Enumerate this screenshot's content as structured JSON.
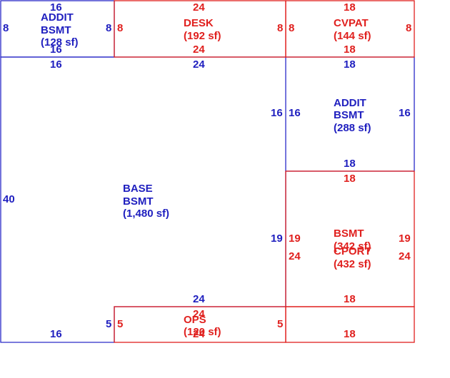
{
  "colors": {
    "blue": "#1f1fbf",
    "red": "#e0201e"
  },
  "rooms": {
    "addit_top": {
      "name1": "ADDIT",
      "name2": "BSMT",
      "area": "(128 sf)",
      "dim_top": "16",
      "dim_bottom": "16",
      "dim_left": "8",
      "dim_right": "8"
    },
    "desk": {
      "name1": "DESK",
      "area": "(192 sf)",
      "dim_top": "24",
      "dim_bottom": "24",
      "dim_left": "8",
      "dim_right": "8"
    },
    "cvpat": {
      "name1": "CVPAT",
      "area": "(144 sf)",
      "dim_top": "18",
      "dim_bottom": "18",
      "dim_left": "8",
      "dim_right": "8"
    },
    "base": {
      "name1": "BASE",
      "name2": "BSMT",
      "area": "(1,480 sf)",
      "dim_top_left": "16",
      "dim_top_mid": "24",
      "dim_left": "40",
      "dim_right_upper": "16",
      "dim_right_lower": "19",
      "dim_inner_bottom": "24",
      "dim_bottom_left": "16",
      "dim_inner_vertical": "5"
    },
    "addit_right": {
      "name1": "ADDIT",
      "name2": "BSMT",
      "area": "(288 sf)",
      "dim_top": "18",
      "dim_bottom": "18",
      "dim_left": "16",
      "dim_right": "16"
    },
    "bsmt": {
      "name1": "BSMT",
      "area": "(342 sf)",
      "dim_top": "18",
      "dim_left": "19",
      "dim_right": "19"
    },
    "cport": {
      "name1": "CPORT",
      "area": "(432 sf)",
      "dim_left": "24",
      "dim_right": "24",
      "dim_inner": "18",
      "dim_bottom": "18"
    },
    "ops": {
      "name1": "OPS",
      "area": "(120 sf)",
      "dim_top": "24",
      "dim_bottom": "24",
      "dim_left": "5",
      "dim_right": "5"
    }
  }
}
